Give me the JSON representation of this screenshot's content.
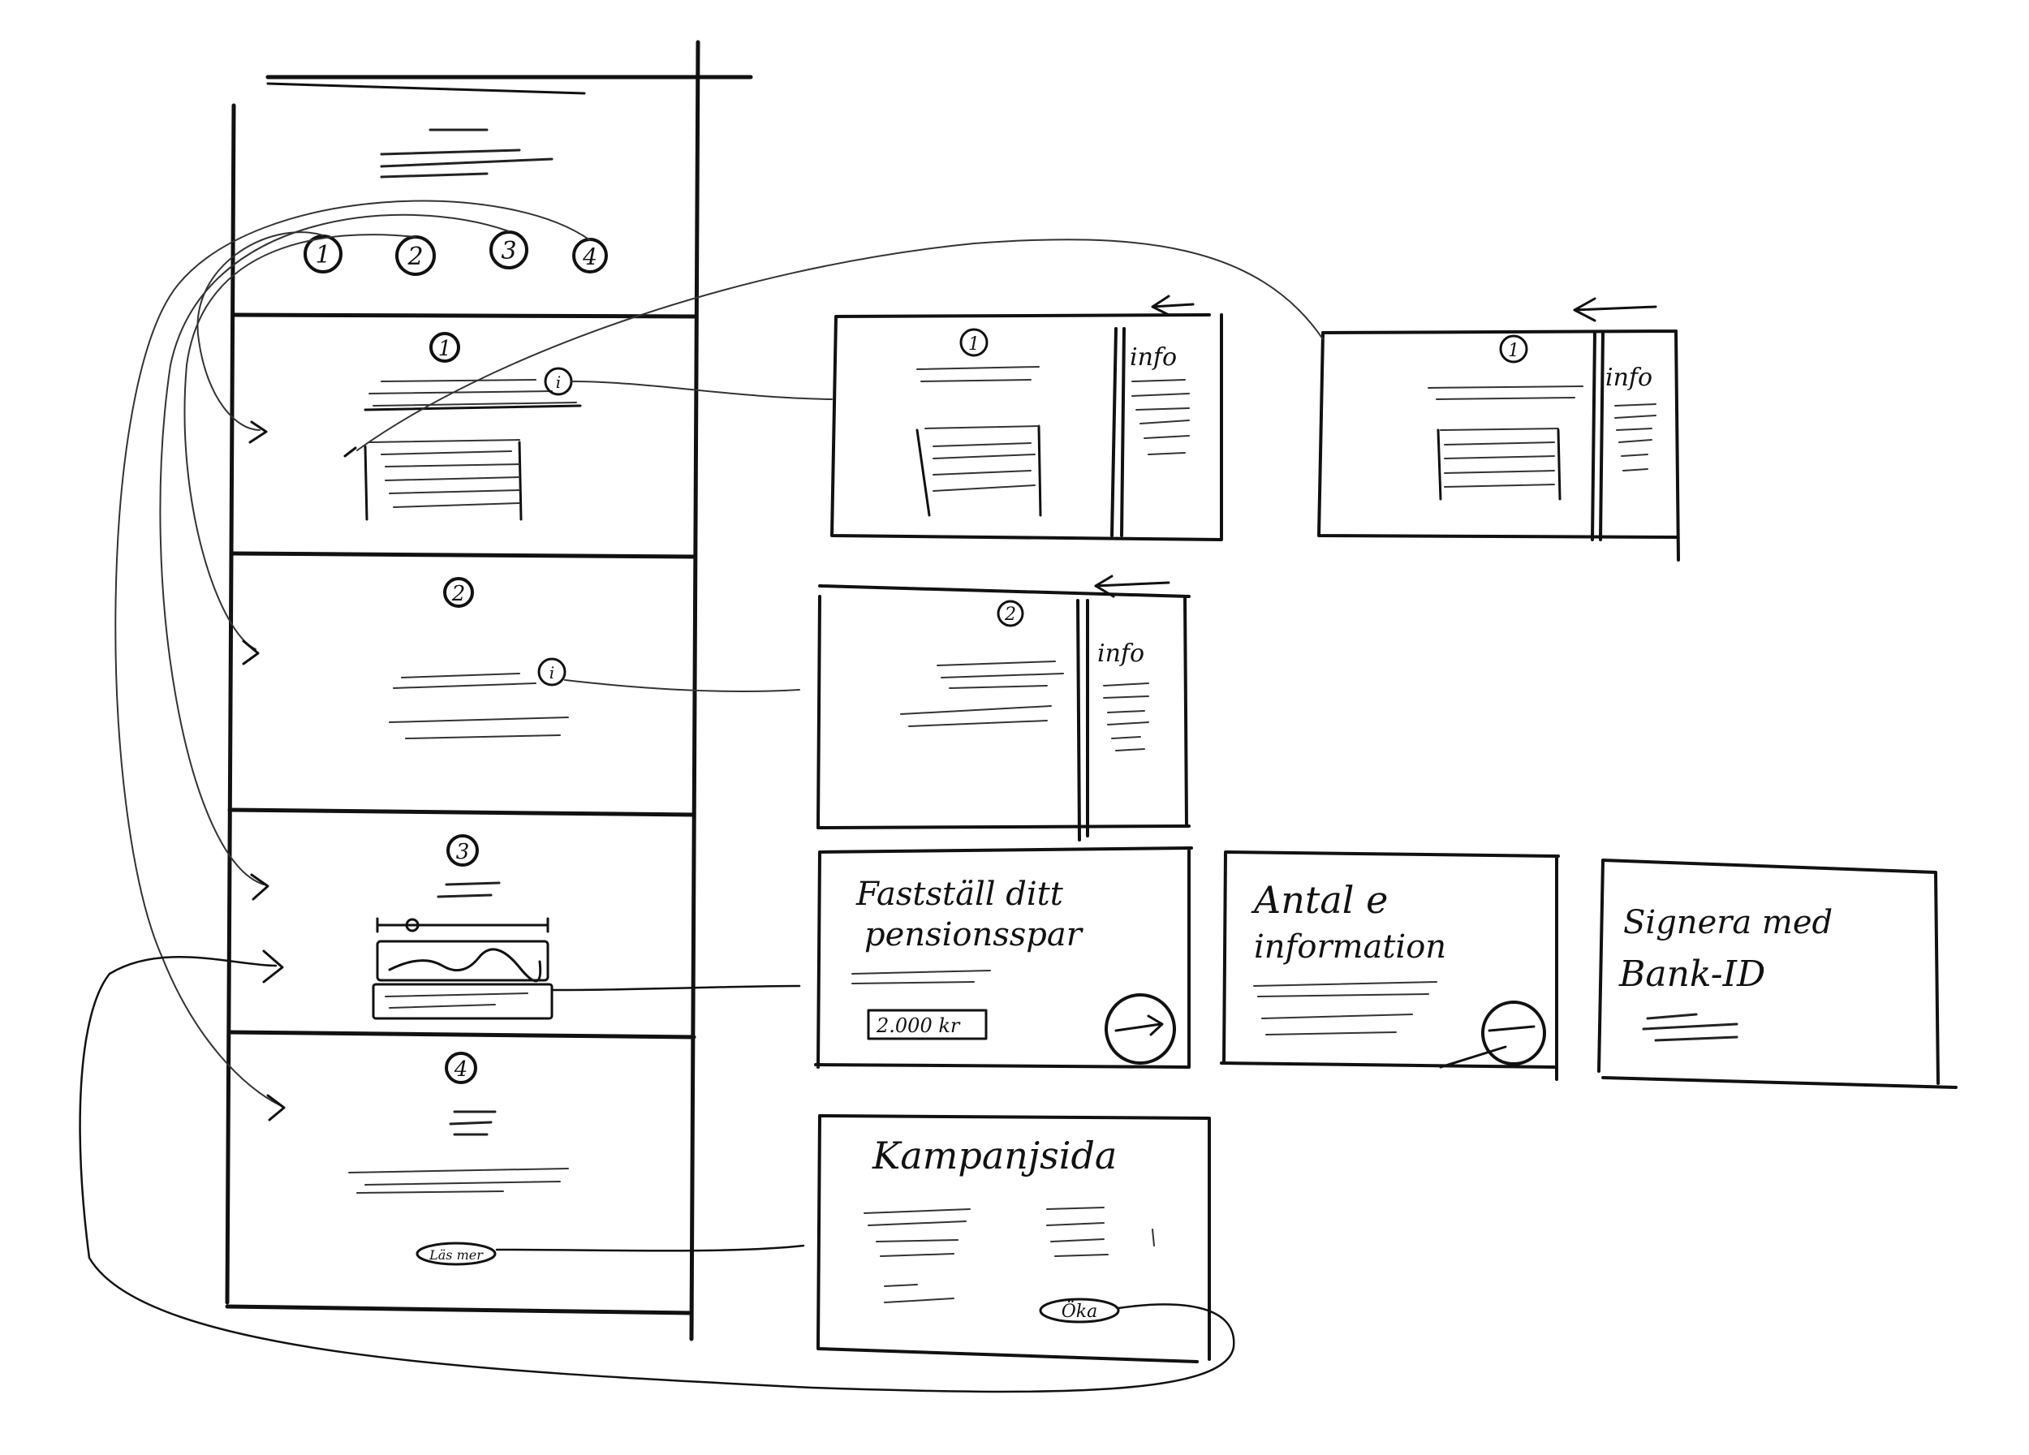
{
  "main_column": {
    "step_numbers": [
      "1",
      "2",
      "3",
      "4"
    ],
    "sections": [
      {
        "number": "1",
        "info_badge": "i"
      },
      {
        "number": "2",
        "info_badge": "i"
      },
      {
        "number": "3"
      },
      {
        "number": "4",
        "button_label": "Läs mer"
      }
    ]
  },
  "info_panels": [
    {
      "number": "1",
      "label": "info"
    },
    {
      "number": "1",
      "label": "info"
    },
    {
      "number": "2",
      "label": "info"
    }
  ],
  "flow_cards": [
    {
      "title_line1": "Fastställ ditt",
      "title_line2": "pensionsspar",
      "amount": "2.000 kr"
    },
    {
      "title_line1": "Antal e",
      "title_line2": "information"
    },
    {
      "title_line1": "Signera med",
      "title_line2": "Bank-ID"
    }
  ],
  "campaign": {
    "title": "Kampanjsida",
    "button_label": "Öka"
  }
}
